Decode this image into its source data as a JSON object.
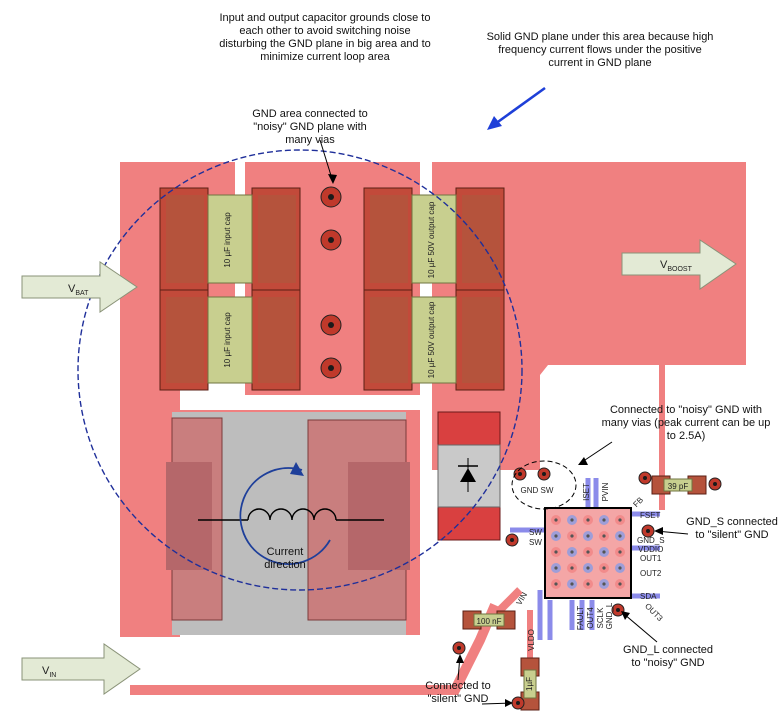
{
  "annotations": {
    "top_left": "Input and output capacitor grounds close to each other to avoid switching noise disturbing the GND plane in big area and to minimize current loop area",
    "top_right": "Solid GND plane under this area because high frequency current flows under the positive current in GND plane",
    "gnd_area": "GND area connected to \"noisy\" GND plane with many vias",
    "noisy_gnd_sw": "Connected to \"noisy\" GND with many vias (peak current can be up to 2.5A)",
    "gnd_s": "GND_S connected to \"silent\" GND",
    "gnd_l": "GND_L connected to \"noisy\" GND",
    "silent_gnd": "Connected to \"silent\" GND",
    "current_direction": "Current direction"
  },
  "ports": {
    "vbat": {
      "main": "V",
      "sub": "BAT"
    },
    "vboost": {
      "main": "V",
      "sub": "BOOST"
    },
    "vin": {
      "main": "V",
      "sub": "IN"
    }
  },
  "capacitors": {
    "input_cap": "10 µF input cap",
    "output_cap": "10 µF 50V output cap",
    "c39pf": "39 pF",
    "c100nf": "100 nF",
    "c1uf": "1µF"
  },
  "pins": {
    "sw_top": "SW",
    "sw_bottom": "SW",
    "gnd_sw": "GND SW",
    "iset": "ISET",
    "pvin": "PVIN",
    "fb": "FB",
    "fset": "FSET",
    "gnd_s": "GND_S",
    "out1": "OUT1",
    "vddio": "VDDIO",
    "out2": "OUT2",
    "sda": "SDA",
    "out3": "OUT3",
    "vin": "VIN",
    "vldo": "VLDO",
    "fault": "FAULT",
    "out4": "OUT4",
    "sclk": "SCLK",
    "gnd_l": "GND_L"
  },
  "colors": {
    "copper": "#f08080",
    "pad": "#b5533c",
    "cap_body": "#c8cf8f",
    "inductor_area": "#b8b8b8",
    "gnd_circle": "#1f2f9a",
    "blue_trace": "#8b8bea",
    "arrow_fill": "#e3ead5"
  }
}
